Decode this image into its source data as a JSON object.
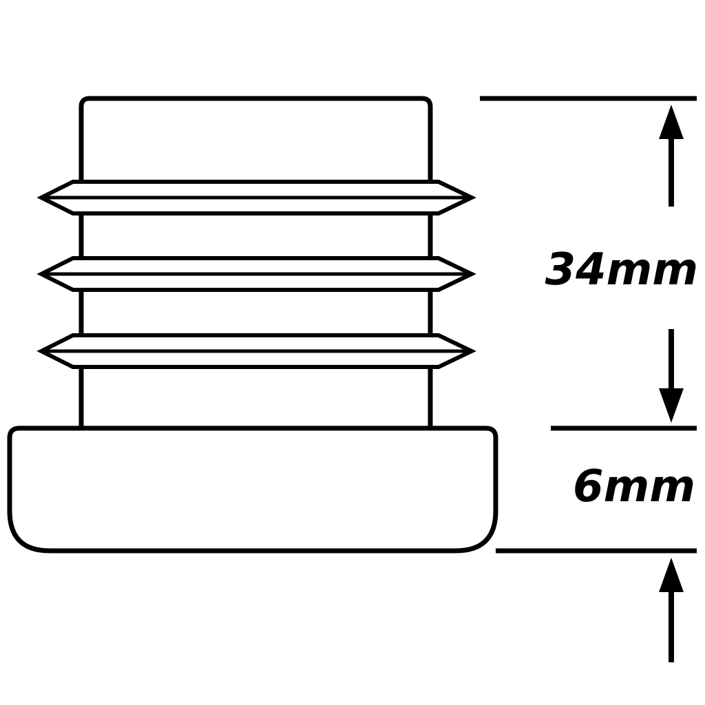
{
  "diagram": {
    "type": "technical-dimension-drawing",
    "subject": "ribbed tube insert end cap, side profile",
    "dimensions": {
      "insert_height_label": "34mm",
      "cap_height_label": "6mm"
    },
    "colors": {
      "stroke": "#000000",
      "background": "#ffffff",
      "fill": "#ffffff"
    }
  }
}
